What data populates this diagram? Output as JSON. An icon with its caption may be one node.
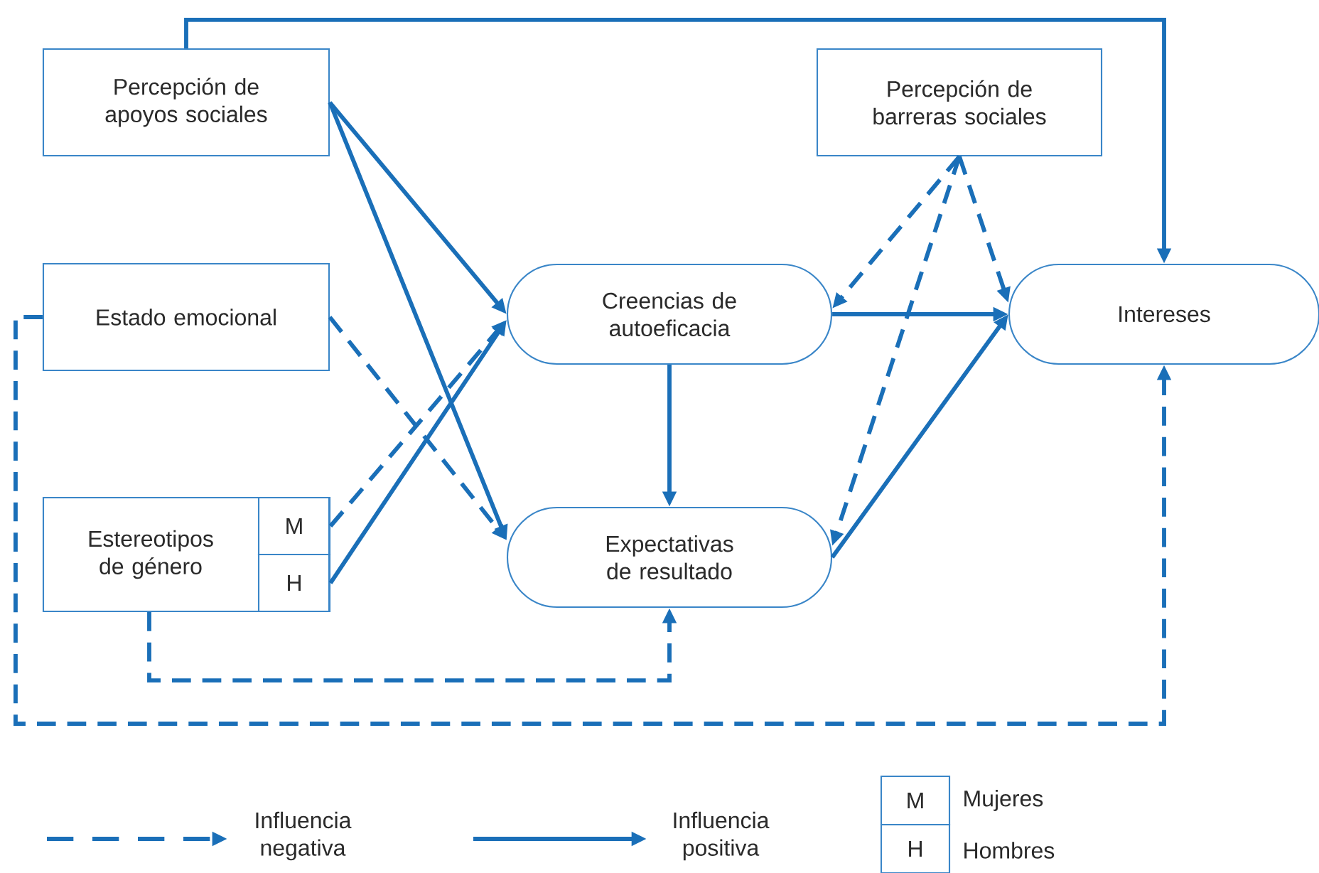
{
  "diagram": {
    "nodes": [
      {
        "text": [
          "Percepción de apoyos sociales"
        ]
      },
      {
        "text": [
          "Percepción de barreras sociales"
        ]
      },
      {
        "text": [
          "Estado emocional"
        ]
      },
      {
        "text": [
          "Creencias de autoeficacia"
        ]
      },
      {
        "text": [
          "Intereses"
        ]
      },
      {
        "text": [
          "Estereotipos de género"
        ]
      },
      {
        "text": [
          "M"
        ],
        "in": 5
      },
      {
        "text": [
          "H"
        ],
        "in": 5
      },
      {
        "text": [
          "Expectativas de resultado"
        ]
      }
    ],
    "edges": [
      {
        "from": 0,
        "to": 4,
        "arrow": "to"
      },
      {
        "from": 0,
        "to": 3,
        "arrow": "to"
      },
      {
        "from": 0,
        "to": 8,
        "arrow": "to"
      },
      {
        "from": 2,
        "to": 8,
        "arrow": "to",
        "style": "dashed"
      },
      {
        "from": 2,
        "to": 4,
        "arrow": "to",
        "style": "dashed"
      },
      {
        "from": 6,
        "to": 3,
        "arrow": "to",
        "style": "dashed"
      },
      {
        "from": 7,
        "to": 3,
        "arrow": "to"
      },
      {
        "from": 5,
        "to": 8,
        "arrow": "to",
        "style": "dashed"
      },
      {
        "from": 3,
        "to": 8,
        "arrow": "to"
      },
      {
        "from": 3,
        "to": 4,
        "arrow": "to"
      },
      {
        "from": 8,
        "to": 4,
        "arrow": "to"
      },
      {
        "from": 1,
        "to": 3,
        "arrow": "to",
        "style": "dashed"
      },
      {
        "from": 1,
        "to": 4,
        "arrow": "to",
        "style": "dashed"
      },
      {
        "from": 1,
        "to": 8,
        "arrow": "to",
        "style": "dashed"
      }
    ],
    "labels": [
      "M",
      "H"
    ],
    "legend": [
      {
        "text": "Influencia negativa"
      },
      {
        "text": "Influencia positiva"
      },
      {
        "text": "Mujeres"
      },
      {
        "text": "Hombres"
      }
    ]
  }
}
